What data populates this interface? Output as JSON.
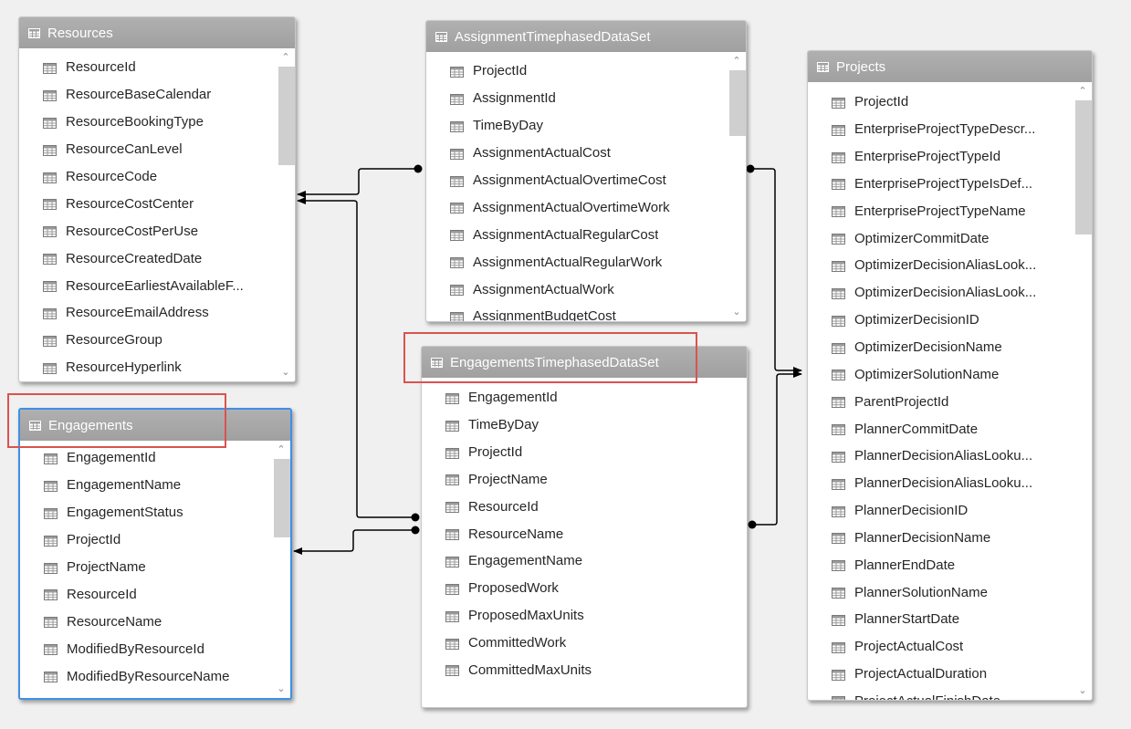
{
  "tables": {
    "resources": {
      "name": "Resources",
      "fields": [
        "ResourceId",
        "ResourceBaseCalendar",
        "ResourceBookingType",
        "ResourceCanLevel",
        "ResourceCode",
        "ResourceCostCenter",
        "ResourceCostPerUse",
        "ResourceCreatedDate",
        "ResourceEarliestAvailableF...",
        "ResourceEmailAddress",
        "ResourceGroup",
        "ResourceHyperlink"
      ]
    },
    "assignment": {
      "name": "AssignmentTimephasedDataSet",
      "fields": [
        "ProjectId",
        "AssignmentId",
        "TimeByDay",
        "AssignmentActualCost",
        "AssignmentActualOvertimeCost",
        "AssignmentActualOvertimeWork",
        "AssignmentActualRegularCost",
        "AssignmentActualRegularWork",
        "AssignmentActualWork",
        "AssignmentBudgetCost"
      ]
    },
    "projects": {
      "name": "Projects",
      "fields": [
        "ProjectId",
        "EnterpriseProjectTypeDescr...",
        "EnterpriseProjectTypeId",
        "EnterpriseProjectTypeIsDef...",
        "EnterpriseProjectTypeName",
        "OptimizerCommitDate",
        "OptimizerDecisionAliasLook...",
        "OptimizerDecisionAliasLook...",
        "OptimizerDecisionID",
        "OptimizerDecisionName",
        "OptimizerSolutionName",
        "ParentProjectId",
        "PlannerCommitDate",
        "PlannerDecisionAliasLooku...",
        "PlannerDecisionAliasLooku...",
        "PlannerDecisionID",
        "PlannerDecisionName",
        "PlannerEndDate",
        "PlannerSolutionName",
        "PlannerStartDate",
        "ProjectActualCost",
        "ProjectActualDuration",
        "ProjectActualFinishDate"
      ]
    },
    "engagements": {
      "name": "Engagements",
      "fields": [
        "EngagementId",
        "EngagementName",
        "EngagementStatus",
        "ProjectId",
        "ProjectName",
        "ResourceId",
        "ResourceName",
        "ModifiedByResourceId",
        "ModifiedByResourceName"
      ]
    },
    "engagements_tp": {
      "name": "EngagementsTimephasedDataSet",
      "fields": [
        "EngagementId",
        "TimeByDay",
        "ProjectId",
        "ProjectName",
        "ResourceId",
        "ResourceName",
        "EngagementName",
        "ProposedWork",
        "ProposedMaxUnits",
        "CommittedWork",
        "CommittedMaxUnits"
      ]
    }
  },
  "icons": {
    "table": "table-icon",
    "field": "field-grid-icon",
    "scroll_up": "chevron-up-icon",
    "scroll_down": "chevron-down-icon"
  },
  "colors": {
    "header_bg": "#a9a9a9",
    "selected_border": "#3f8fe6",
    "highlight_box": "#d9534f",
    "connector": "#000000"
  }
}
